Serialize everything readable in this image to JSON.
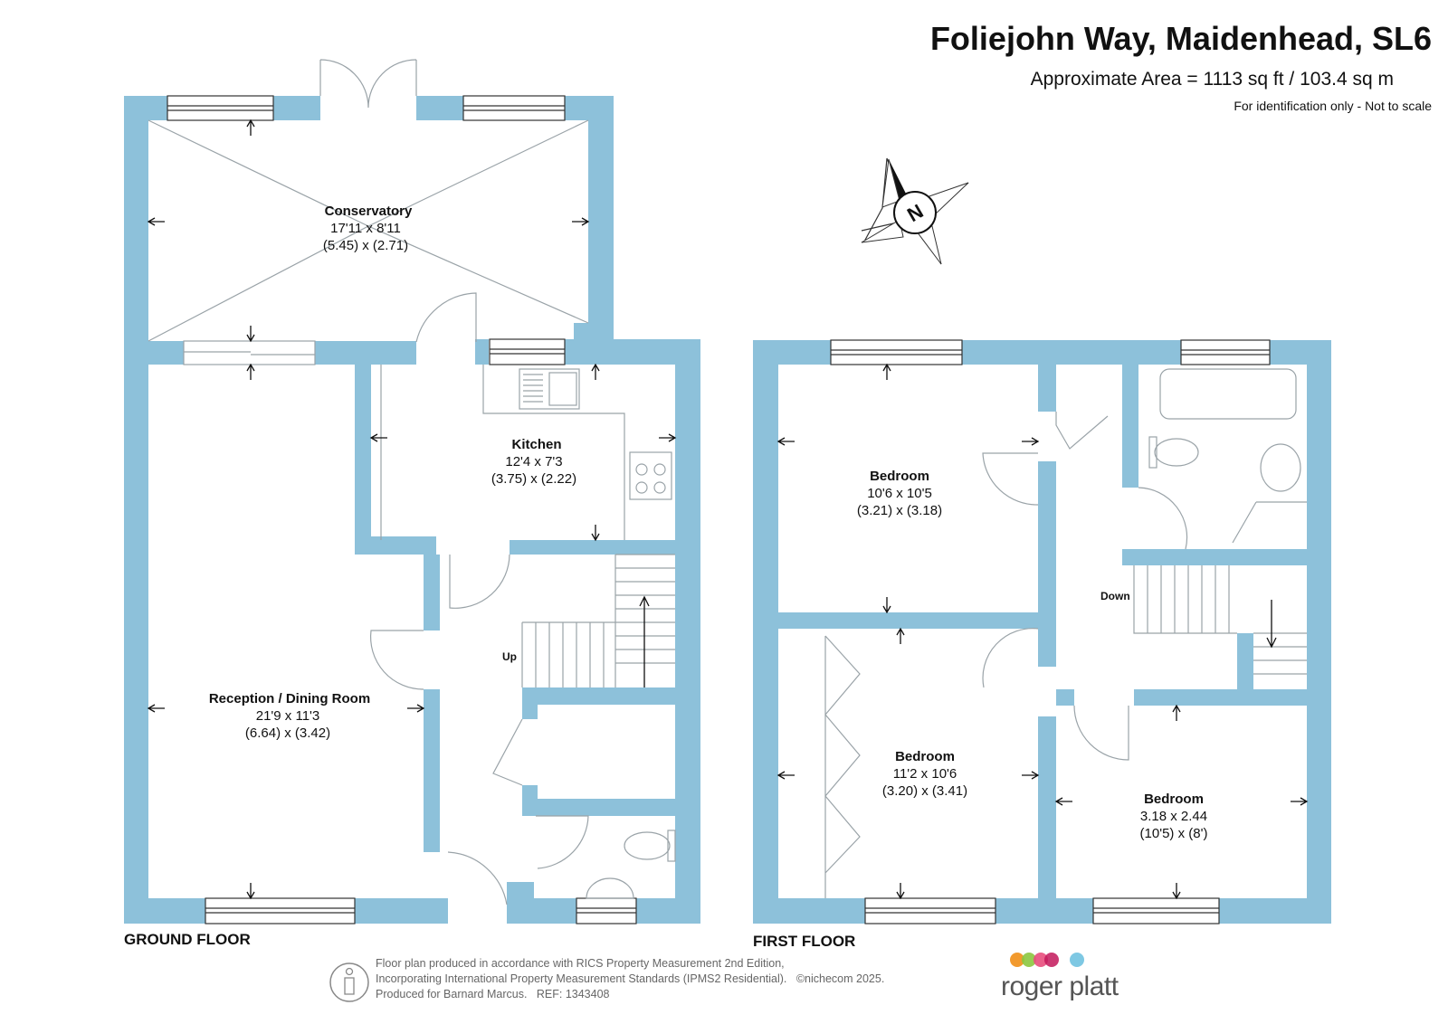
{
  "header": {
    "title": "Foliejohn Way, Maidenhead, SL6",
    "area": "Approximate Area = 1113 sq ft / 103.4 sq m",
    "note": "For identification only - Not to scale"
  },
  "compass": {
    "label": "N"
  },
  "ground_floor": {
    "label": "GROUND FLOOR",
    "stairs_label": "Up",
    "rooms": [
      {
        "name": "Conservatory",
        "imperial": "17'11 x 8'11",
        "metric": "(5.45) x (2.71)"
      },
      {
        "name": "Kitchen",
        "imperial": "12'4 x 7'3",
        "metric": "(3.75) x (2.22)"
      },
      {
        "name": "Reception / Dining Room",
        "imperial": "21'9 x 11'3",
        "metric": "(6.64) x (3.42)"
      }
    ]
  },
  "first_floor": {
    "label": "FIRST FLOOR",
    "stairs_label": "Down",
    "rooms": [
      {
        "name": "Bedroom",
        "imperial": "10'6 x 10'5",
        "metric": "(3.21) x (3.18)"
      },
      {
        "name": "Bedroom",
        "imperial": "11'2 x 10'6",
        "metric": "(3.20) x (3.41)"
      },
      {
        "name": "Bedroom",
        "imperial": "3.18 x 2.44",
        "metric": "(10'5) x (8')"
      }
    ]
  },
  "footer": {
    "line1": "Floor plan produced in accordance with RICS Property Measurement 2nd Edition,",
    "line2": "Incorporating International Property Measurement Standards (IPMS2 Residential).",
    "copyright": "©nichecom 2025.",
    "line3": "Produced for Barnard Marcus.",
    "ref": "REF:  1343408",
    "brand": "roger platt"
  },
  "colors": {
    "wall": "#8dc1da",
    "brand_dots": [
      "#f29a2e",
      "#8cc63f",
      "#e84e7d",
      "#c2185b",
      "#7ec8e3"
    ]
  }
}
